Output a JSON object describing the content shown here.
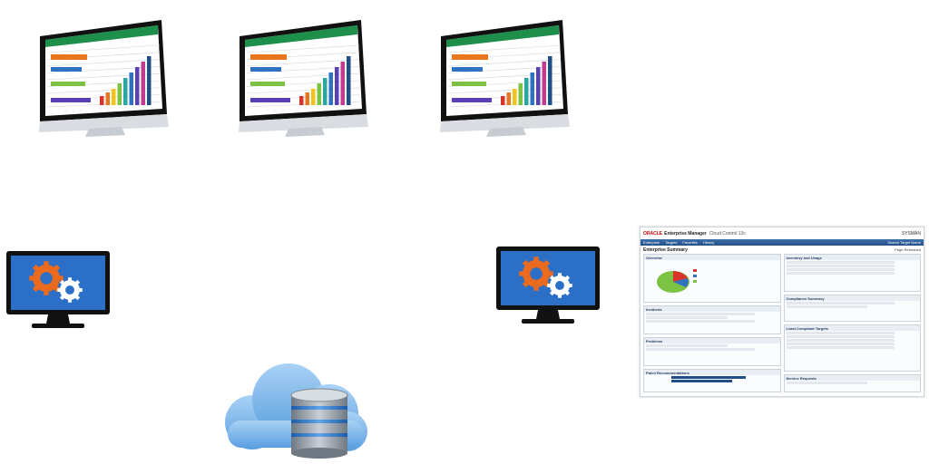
{
  "colors": {
    "monitor_bezel": "#111111",
    "monitor_silver": "#d9dde2",
    "screen_bg": "#2b6fc7",
    "gear_orange": "#ea6a1f",
    "gear_white": "#ffffff",
    "cloud_blue": "#7fb6ea",
    "db_gray": "#9aa3ac",
    "em_nav_blue": "#24508a"
  },
  "icons": [
    "desktop-spreadsheet-icon",
    "monitor-gear-icon",
    "cloud-database-icon"
  ],
  "em_screenshot": {
    "brand": "ORACLE",
    "title": "Enterprise Manager",
    "subtitle": "Cloud Control 13c",
    "page_title": "Enterprise Summary",
    "nav_items": [
      "Enterprise",
      "Targets",
      "Favorites",
      "History"
    ],
    "search_label": "Search Target Name",
    "user_label": "SYSMAN",
    "refresh_label": "Page Refreshed",
    "panels_left": [
      "Overview",
      "Incidents",
      "Problems",
      "Patch Recommendations"
    ],
    "panels_right": [
      "Inventory and Usage",
      "Compliance Summary",
      "Least Compliant Targets",
      "Service Requests"
    ]
  }
}
